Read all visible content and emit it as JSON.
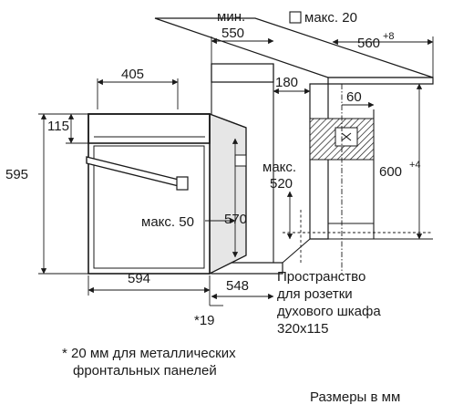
{
  "labels": {
    "min_word": "мин.",
    "min_value": "550",
    "max_box_label": "макс. 20",
    "depth_cab": "560",
    "depth_cab_sup": "+8",
    "width_top": "405",
    "dim_180": "180",
    "dim_60": "60",
    "dim_115": "115",
    "dim_595": "595",
    "max_word_right": "макс.",
    "dim_520": "520",
    "dim_600": "600",
    "dim_600_sup": "+4",
    "max_50": "макс. 50",
    "dim_570": "570",
    "dim_594": "594",
    "dim_548": "548",
    "dim_19": "*19"
  },
  "notes": {
    "socket_line1": "Пространство",
    "socket_line2": "для розетки",
    "socket_line3": "духового шкафа",
    "socket_line4": "320x115",
    "footnote_line1": "* 20 мм для металлических",
    "footnote_line2": "фронтальных панелей",
    "units": "Размеры в мм"
  }
}
